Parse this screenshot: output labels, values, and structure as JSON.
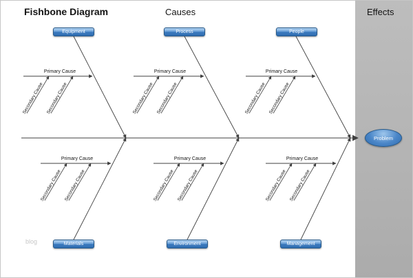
{
  "header": {
    "title": "Fishbone Diagram",
    "causes_label": "Causes",
    "effects_label": "Effects"
  },
  "labels": {
    "primary": "Primary Cause",
    "secondary": "Secondary Cause"
  },
  "categories": {
    "equipment": "Equipment",
    "process": "Process",
    "people": "People",
    "materials": "Materials",
    "environment": "Environment",
    "management": "Management"
  },
  "problem_label": "Problem",
  "watermark": "blog",
  "colors": {
    "node_fill_top": "#b3d4f2",
    "node_fill_bottom": "#2e6cb0",
    "node_border": "#275989",
    "line": "#3f3f3f",
    "panel_gray": "#b3b3b3"
  }
}
